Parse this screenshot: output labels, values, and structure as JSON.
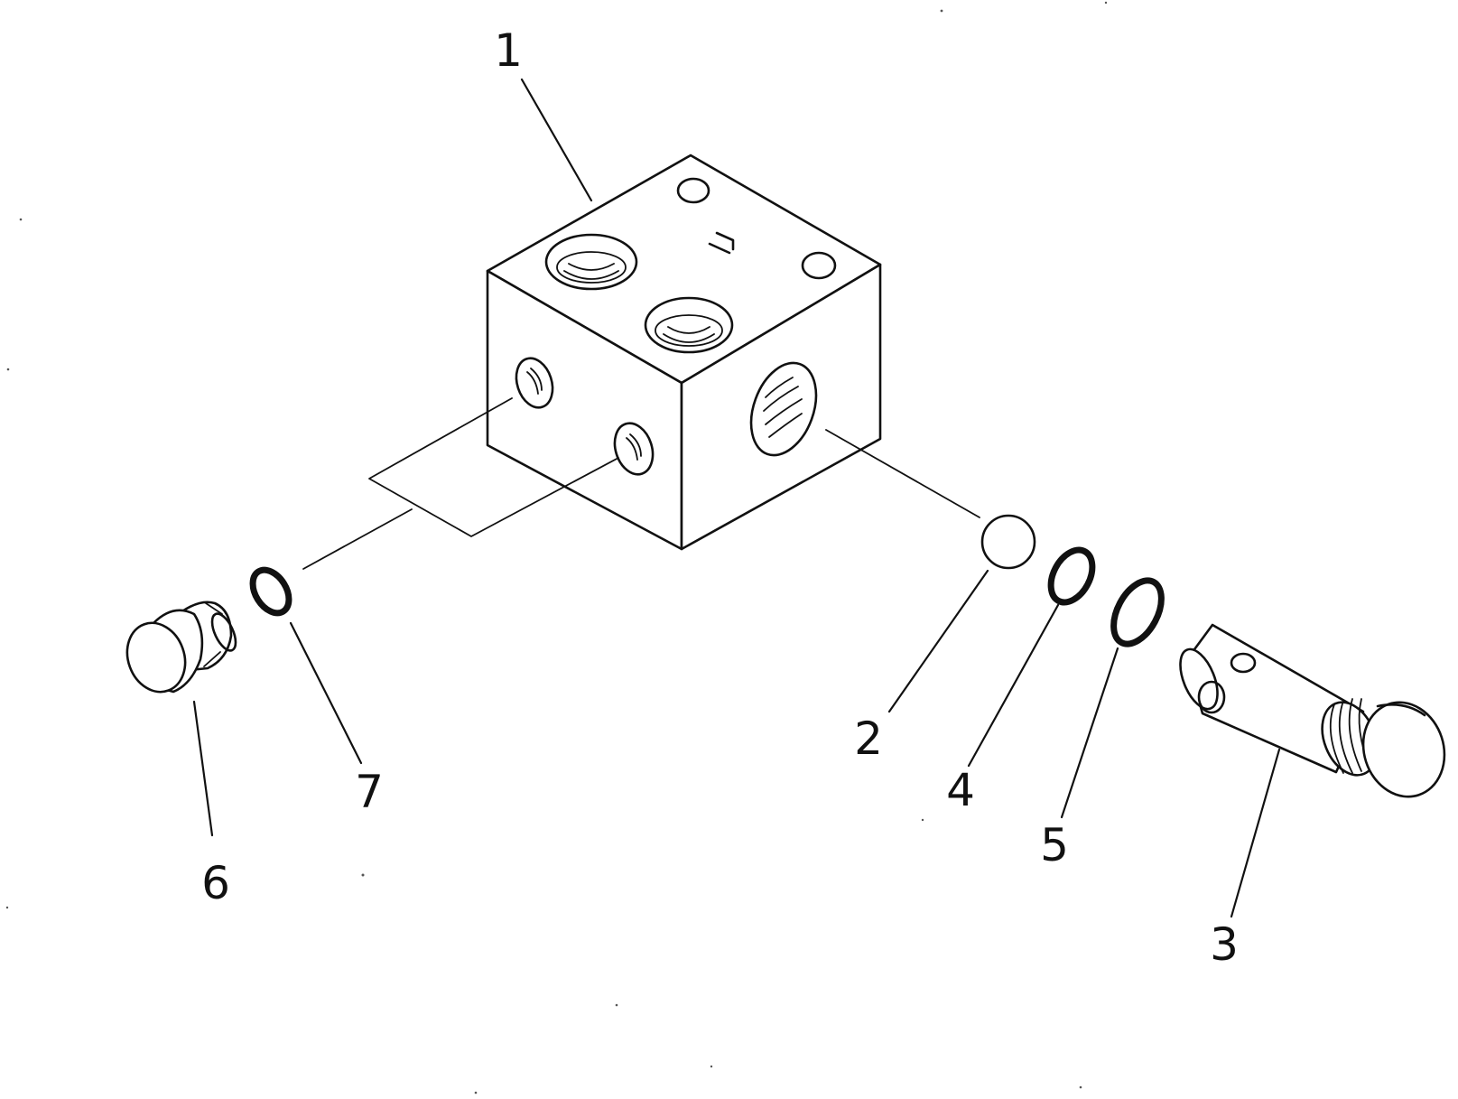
{
  "callouts": {
    "c1": "1",
    "c2": "2",
    "c3": "3",
    "c4": "4",
    "c5": "5",
    "c6": "6",
    "c7": "7"
  },
  "block_marking": "L"
}
